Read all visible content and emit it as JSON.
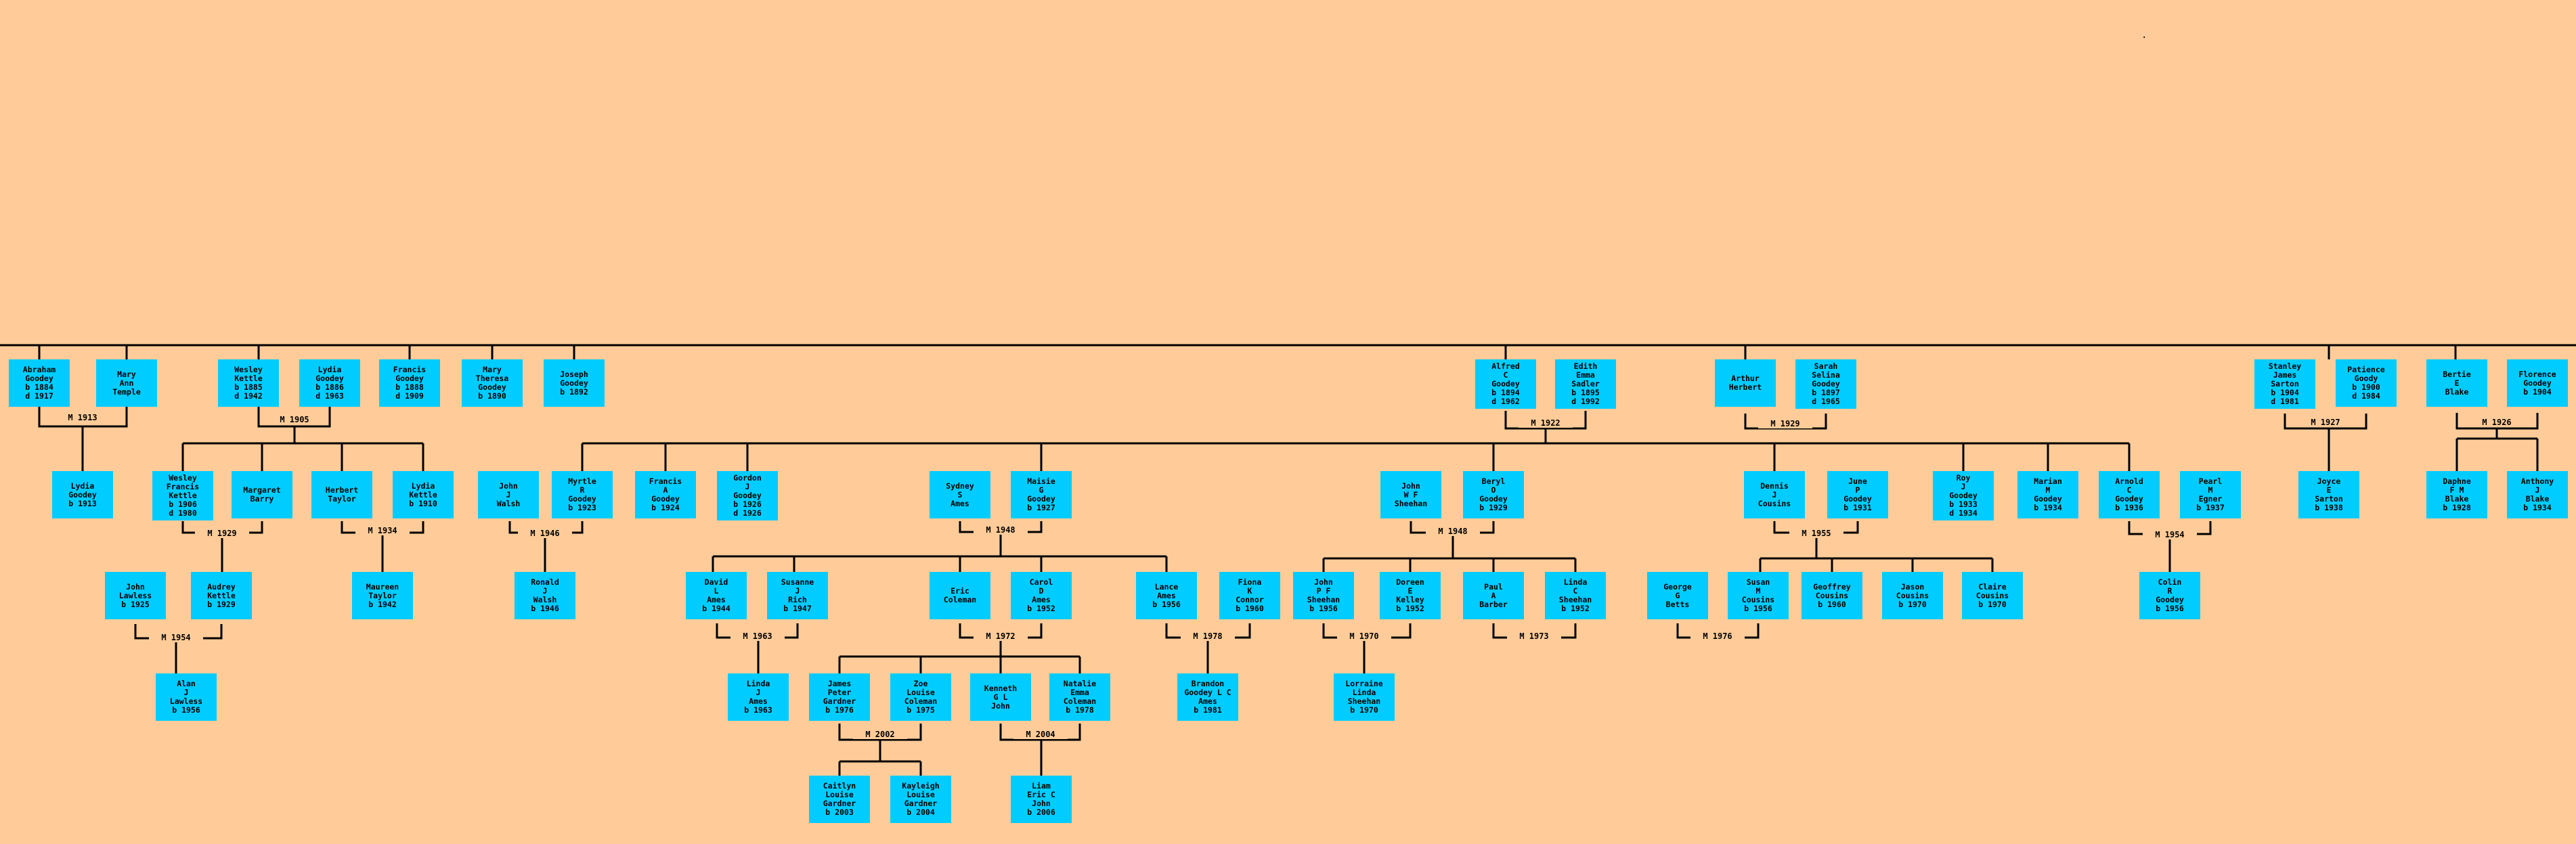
{
  "people": {
    "abraham": "Abraham\nGoodey\nb 1884\nd 1917",
    "mary_ann": "Mary\nAnn\nTemple",
    "wesley": "Wesley\nKettle\nb 1885\nd 1942",
    "lydia_g": "Lydia\nGoodey\nb 1886\nd 1963",
    "francis_g": "Francis\nGoodey\nb 1888\nd 1909",
    "mary_theresa": "Mary\nTheresa\nGoodey\nb 1890",
    "joseph": "Joseph\nGoodey\nb 1892",
    "lydia_1913": "Lydia\nGoodey\nb 1913",
    "wesley_fk": "Wesley\nFrancis\nKettle\nb 1906\nd 1980",
    "margaret": "Margaret\nBarry",
    "herbert": "Herbert\nTaylor",
    "lydia_k": "Lydia\nKettle\nb 1910",
    "john_lawless": "John\nLawless\nb 1925",
    "audrey": "Audrey\nKettle\nb 1929",
    "maureen": "Maureen\nTaylor\nb 1942",
    "alan": "Alan\nJ\nLawless\nb 1956",
    "alfred": "Alfred\nC\nGoodey\nb 1894\nd 1962",
    "edith": "Edith\nEmma\nSadler\nb 1895\nd 1992",
    "arthur": "Arthur\nHerbert",
    "sarah": "Sarah\nSelina\nGoodey\nb 1897\nd 1965",
    "stanley": "Stanley\nJames\nSarton\nb 1904\nd 1981",
    "patience": "Patience\nGoody\nb 1900\nd 1984",
    "bertie": "Bertie\nE\nBlake",
    "florence": "Florence\nGoodey\nb 1904",
    "john_walsh": "John\nJ\nWalsh",
    "myrtle": "Myrtle\nR\nGoodey\nb 1923",
    "francis_a": "Francis\nA\nGoodey\nb 1924",
    "gordon": "Gordon\nJ\nGoodey\nb 1926\nd 1926",
    "sydney": "Sydney\nS\nAmes",
    "maisie": "Maisie\nG\nGoodey\nb 1927",
    "john_sheehan": "John\nW F\nSheehan",
    "beryl": "Beryl\nO\nGoodey\nb 1929",
    "dennis": "Dennis\nJ\nCousins",
    "june": "June\nP\nGoodey\nb 1931",
    "roy": "Roy\nJ\nGoodey\nb 1933\nd 1934",
    "marian": "Marian\nM\nGoodey\nb 1934",
    "arnold": "Arnold\nC\nGoodey\nb 1936",
    "pearl": "Pearl\nM\nEgner\nb 1937",
    "joyce": "Joyce\nE\nSarton\nb 1938",
    "daphne": "Daphne\nF M\nBlake\nb 1928",
    "anthony": "Anthony\nJ\nBlake\nb 1934",
    "ronald": "Ronald\nJ\nWalsh\nb 1946",
    "david": "David\nL\nAmes\nb 1944",
    "susanne": "Susanne\nJ\nRich\nb 1947",
    "eric": "Eric\nColeman",
    "carol": "Carol\nD\nAmes\nb 1952",
    "lance": "Lance\nAmes\nb 1956",
    "fiona": "Fiona\nK\nConnor\nb 1960",
    "john_pf": "John\nP F\nSheehan\nb 1956",
    "doreen": "Doreen\nE\nKelley\nb 1952",
    "paul": "Paul\nA\nBarber",
    "linda_s": "Linda\nC\nSheehan\nb 1952",
    "george": "George\nG\nBetts",
    "susan": "Susan\nM\nCousins\nb 1956",
    "geoffrey": "Geoffrey\nCousins\nb 1960",
    "jason": "Jason\nCousins\nb 1970",
    "claire": "Claire\nCousins\nb 1970",
    "colin": "Colin\nR\nGoodey\nb 1956",
    "linda_a": "Linda\nJ\nAmes\nb 1963",
    "james": "James\nPeter\nGardner\nb 1976",
    "zoe": "Zoe\nLouise\nColeman\nb 1975",
    "kenneth": "Kenneth\nG L\nJohn",
    "natalie": "Natalie\nEmma\nColeman\nb 1978",
    "brandon": "Brandon\nGoodey L C\nAmes\nb 1981",
    "lorraine": "Lorraine\nLinda\nSheehan\nb 1970",
    "caitlyn": "Caitlyn\nLouise\nGardner\nb 2003",
    "kayleigh": "Kayleigh\nLouise\nGardner\nb 2004",
    "liam": "Liam\nEric C\nJohn\nb 2006"
  },
  "marriages": {
    "m1913": "M 1913",
    "m1905": "M 1905",
    "m1922": "M 1922",
    "m1929a": "M 1929",
    "m1927": "M 1927",
    "m1926": "M 1926",
    "m1929b": "M 1929",
    "m1934": "M 1934",
    "m1946": "M 1946",
    "m1948a": "M 1948",
    "m1948b": "M 1948",
    "m1955": "M 1955",
    "m1954a": "M 1954",
    "m1954b": "M 1954",
    "m1963": "M 1963",
    "m1972": "M 1972",
    "m1978": "M 1978",
    "m1970": "M 1970",
    "m1973": "M 1973",
    "m1976": "M 1976",
    "m2002": "M 2002",
    "m2004": "M 2004"
  },
  "colors": {
    "background": "#FFCC99",
    "node": "#00CCFF",
    "line": "#000000"
  },
  "corner_mark": "."
}
